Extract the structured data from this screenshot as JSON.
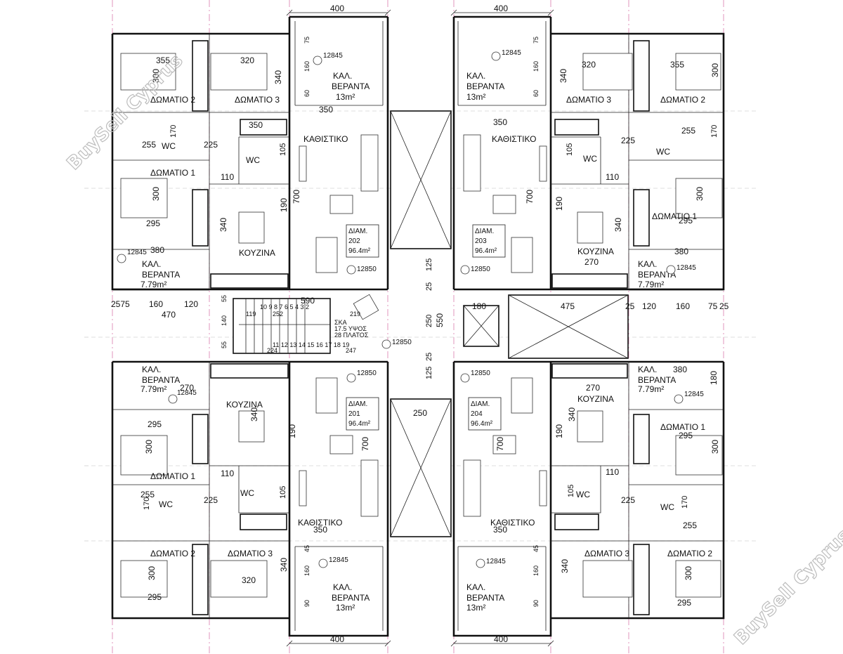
{
  "top_dims": [
    "400",
    "400"
  ],
  "bottom_dims": [
    "400",
    "400"
  ],
  "watermark": "BuySell Cyprus",
  "rooms": {
    "bedroom1": "ΔΩΜΑΤΙΟ 1",
    "bedroom2": "ΔΩΜΑΤΙΟ 2",
    "bedroom3": "ΔΩΜΑΤΙΟ 3",
    "living": "ΚΑΘΙΣΤΙΚΟ",
    "kitchen": "ΚΟΥΖΙΝΑ",
    "wc": "WC",
    "veranda": "ΚΑΛ.",
    "veranda2": "ΒΕΡΑΝΤΑ",
    "veranda_big_area": "13m²",
    "veranda_small_area": "7.79m²"
  },
  "units": [
    {
      "label": "ΔΙΑΜ.",
      "number": "202",
      "area": "96.4m²"
    },
    {
      "label": "ΔΙΑΜ.",
      "number": "203",
      "area": "96.4m²"
    },
    {
      "label": "ΔΙΑΜ.",
      "number": "201",
      "area": "96.4m²"
    },
    {
      "label": "ΔΙΑΜ.",
      "number": "204",
      "area": "96.4m²"
    }
  ],
  "levels": {
    "veranda": "12845",
    "floor": "12850"
  },
  "dims": {
    "d355": "355",
    "d320": "320",
    "d300": "300",
    "d340": "340",
    "d295": "295",
    "d255": "255",
    "d225": "225",
    "d170": "170",
    "d105": "105",
    "d110": "110",
    "d190": "190",
    "d350": "350",
    "d700": "700",
    "d380": "380",
    "d270": "270",
    "d160": "160",
    "d75": "75",
    "d60": "60",
    "d45": "45",
    "d90": "90",
    "d25": "25",
    "d125": "125",
    "d250": "250",
    "d550": "550",
    "d180": "180",
    "d475": "475",
    "d590": "590",
    "d470": "470",
    "d120": "120",
    "d55": "55",
    "d140": "140",
    "d252": "252",
    "d219": "219",
    "d224": "224",
    "d247": "247",
    "d119": "119",
    "d2575": "2575",
    "d75_25": "75",
    "d25b": "25"
  },
  "stair": {
    "line1": "ΣΚΑ",
    "line2": "17.5 ΥΨΟΣ",
    "line3": "28 ΠΛΑΤΟΣ",
    "steps_top": "10 9 8 7 6 5 4 3 2",
    "steps_bottom": "11 12 13 14 15 16 17 18 19"
  }
}
